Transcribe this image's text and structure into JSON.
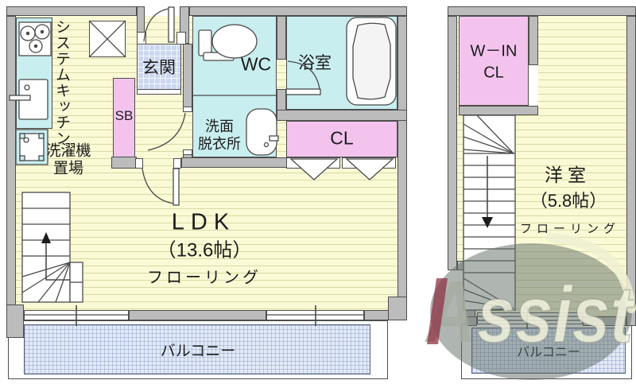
{
  "plan1": {
    "kitchen": "システムキッチン",
    "laundry1": "洗濯機",
    "laundry2": "置場",
    "entrance": "玄関",
    "shoebox": "SB",
    "wc": "WC",
    "bath": "浴室",
    "washroom1": "洗面",
    "washroom2": "脱衣所",
    "closet": "CL",
    "ldk": "LDK",
    "ldk_size": "（13.6帖）",
    "flooring": "フローリング",
    "balcony": "バルコニー"
  },
  "plan2": {
    "wic1": "W－IN",
    "wic2": "CL",
    "room": "洋室",
    "room_size": "（5.8帖）",
    "flooring": "フローリング",
    "balcony": "バルコニー"
  },
  "watermark": {
    "a": "A",
    "rest": "ssist"
  },
  "colors": {
    "wall": "#bcbcbc",
    "flooring": "#fafad6",
    "wet_area": "#c9eef0",
    "closet_pink": "#f3c3ee",
    "entrance_tile": "#ccd8f0",
    "balcony": "#e3eaf7",
    "watermark_accent": "#8b2e3e"
  }
}
